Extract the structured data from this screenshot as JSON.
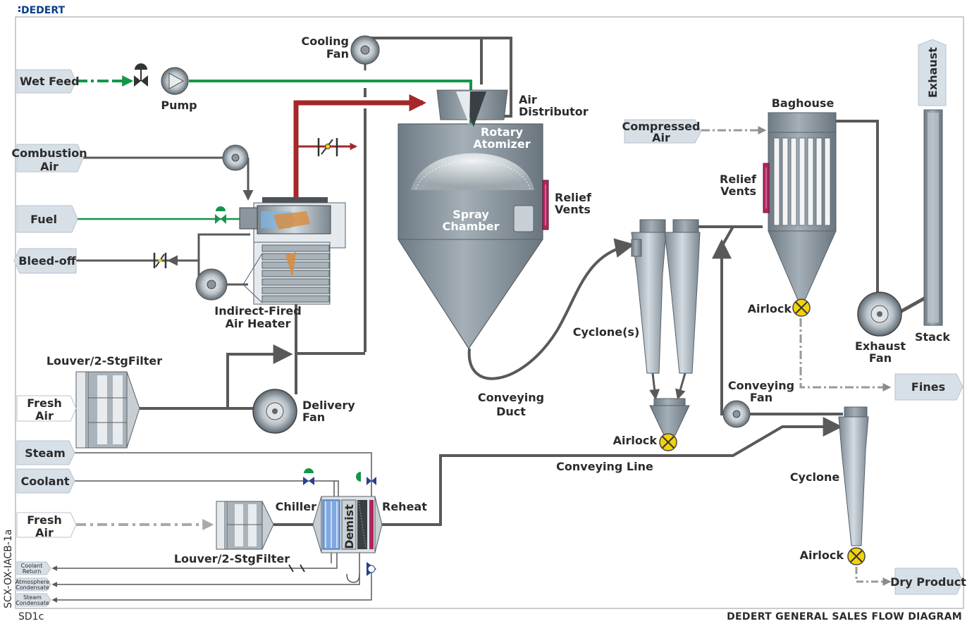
{
  "header": {
    "brand": "DEDERT"
  },
  "inputs": {
    "wet_feed": "Wet Feed",
    "combustion_air": [
      "Combustion",
      "Air"
    ],
    "fuel": "Fuel",
    "bleed_off": "Bleed-off",
    "fresh_air_top": [
      "Fresh",
      "Air"
    ],
    "steam": "Steam",
    "coolant": "Coolant",
    "fresh_air_bottom": [
      "Fresh",
      "Air"
    ],
    "compressed_air": [
      "Compressed",
      "Air"
    ],
    "exhaust": "Exhaust"
  },
  "small_outputs": {
    "coolant_return": [
      "Coolant",
      "Return"
    ],
    "atmosphere_condensate": [
      "Atmosphere",
      "Condensate"
    ],
    "steam_condensate": [
      "Steam",
      "Condensate"
    ]
  },
  "outputs": {
    "fines": "Fines",
    "dry_product": "Dry Product"
  },
  "equipment": {
    "cooling_fan": [
      "Cooling",
      "Fan"
    ],
    "pump": "Pump",
    "air_distributor": [
      "Air",
      "Distributor"
    ],
    "rotary_atomizer": [
      "Rotary",
      "Atomizer"
    ],
    "spray_chamber": [
      "Spray",
      "Chamber"
    ],
    "relief_vents_chamber": [
      "Relief",
      "Vents"
    ],
    "relief_vents_baghouse": [
      "Relief",
      "Vents"
    ],
    "baghouse": "Baghouse",
    "heater": [
      "Indirect-Fired",
      "Air Heater"
    ],
    "louver_top": "Louver/2-StgFilter",
    "louver_bottom": "Louver/2-StgFilter",
    "delivery_fan": [
      "Delivery",
      "Fan"
    ],
    "conveying_duct": [
      "Conveying",
      "Duct"
    ],
    "cyclones": "Cyclone(s)",
    "airlock_baghouse": "Airlock",
    "airlock_cyclones": "Airlock",
    "airlock_cyclone": "Airlock",
    "exhaust_fan": [
      "Exhaust",
      "Fan"
    ],
    "stack": "Stack",
    "conveying_fan": [
      "Conveying",
      "Fan"
    ],
    "conveying_line": "Conveying Line",
    "cyclone": "Cyclone",
    "chiller": "Chiller",
    "demist": "Demist",
    "reheat": "Reheat"
  },
  "footer": {
    "sheet": "SD1c",
    "title": "DEDERT GENERAL SALES FLOW DIAGRAM",
    "doc_id": "SCX-OX-IACB-1a"
  },
  "colors": {
    "duct": "#595959",
    "feed_line": "#14964b",
    "fuel_line": "#14964b",
    "hot_air": "#a5272a",
    "vessel": "#8a959e",
    "tag_fill": "#d7dfe7",
    "airlock": "#f2d20c",
    "relief_vent": "#b2245d"
  }
}
